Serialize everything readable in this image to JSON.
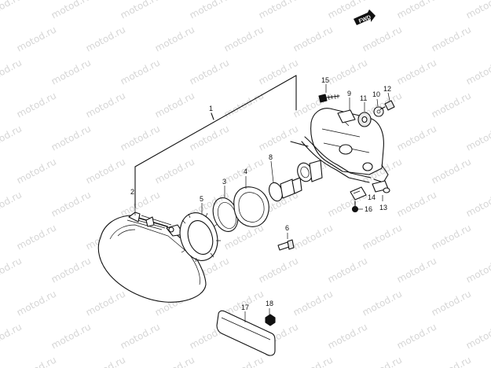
{
  "watermark": {
    "text": "motod.ru"
  },
  "fwd_badge": {
    "text": "FWD"
  },
  "labels": [
    {
      "id": "1",
      "text": "1"
    },
    {
      "id": "2",
      "text": "2"
    },
    {
      "id": "3",
      "text": "3"
    },
    {
      "id": "4",
      "text": "4"
    },
    {
      "id": "5",
      "text": "5"
    },
    {
      "id": "6",
      "text": "6"
    },
    {
      "id": "8",
      "text": "8"
    },
    {
      "id": "9",
      "text": "9"
    },
    {
      "id": "10",
      "text": "10"
    },
    {
      "id": "11",
      "text": "11"
    },
    {
      "id": "12",
      "text": "12"
    },
    {
      "id": "13",
      "text": "13"
    },
    {
      "id": "14",
      "text": "14"
    },
    {
      "id": "15",
      "text": "15"
    },
    {
      "id": "16",
      "text": "16"
    },
    {
      "id": "17",
      "text": "17"
    },
    {
      "id": "18",
      "text": "18"
    }
  ]
}
